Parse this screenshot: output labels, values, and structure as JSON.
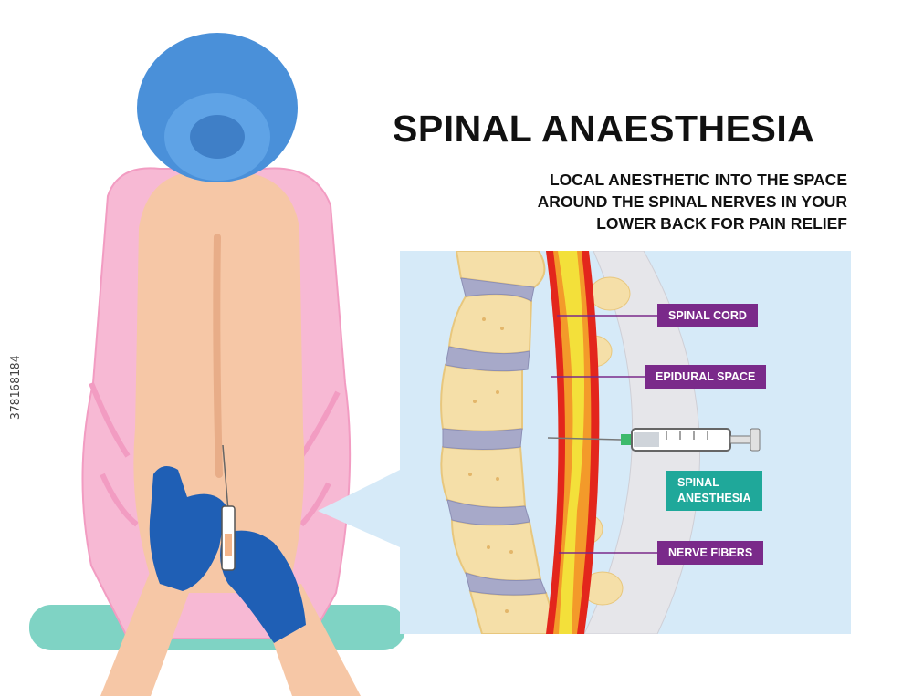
{
  "title": "SPINAL ANAESTHESIA",
  "subtitle_lines": [
    "LOCAL ANESTHETIC INTO THE SPACE",
    "AROUND THE SPINAL NERVES IN YOUR",
    "LOWER BACK FOR PAIN RELIEF"
  ],
  "labels": {
    "spinal_cord": "SPINAL CORD",
    "epidural_space": "EPIDURAL SPACE",
    "spinal_anesthesia_line1": "SPINAL",
    "spinal_anesthesia_line2": "ANESTHESIA",
    "nerve_fibers": "NERVE FIBERS"
  },
  "stock_id": "378168184",
  "colors": {
    "label_purple": "#7a2a8a",
    "label_teal": "#1fa89a",
    "panel_blue": "#d6eaf8",
    "cap_blue": "#4a90d9",
    "glove_blue": "#1f5fb5",
    "gown_pink": "#f7b9d4",
    "skin": "#f6c7a6",
    "cord_yellow": "#f3e03a",
    "dura_red": "#e3261c",
    "vertebra": "#f5dfa8",
    "disc": "#a7a9c9"
  }
}
